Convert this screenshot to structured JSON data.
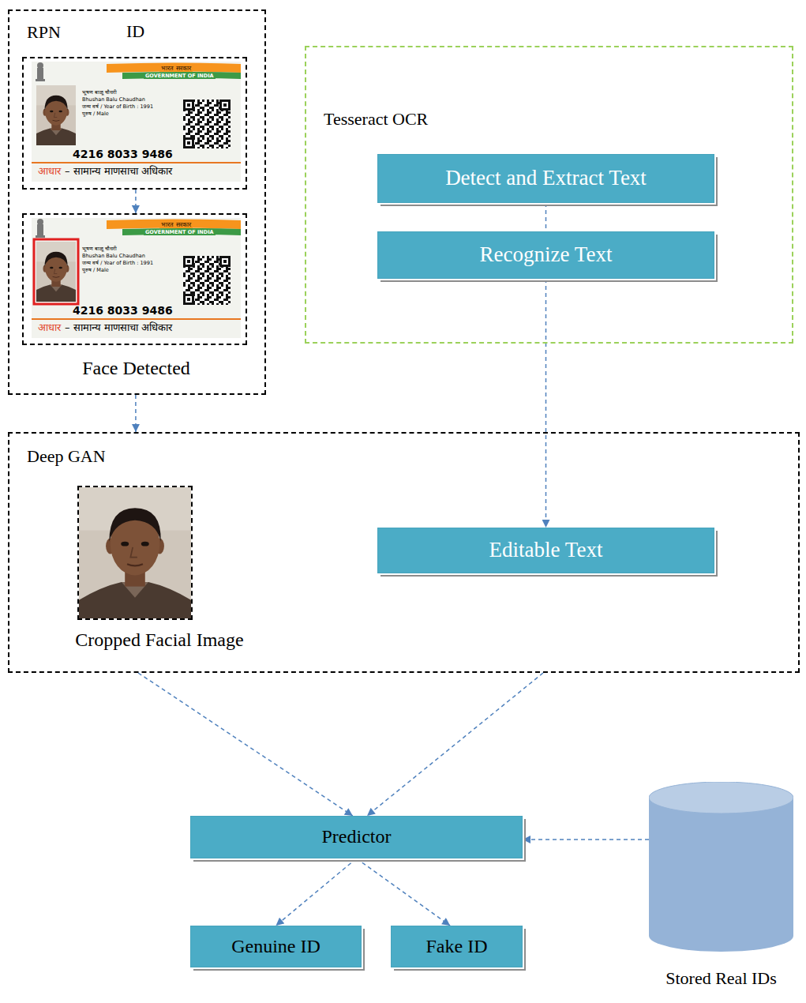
{
  "diagram": {
    "nodes": [
      {
        "text": [
          "RPN"
        ]
      },
      {
        "text": [
          "ID",
          "भारत सरकार",
          "GOVERNMENT OF INDIA",
          "भूषण बाळू चौधरी",
          "Bhushan Balu Chaudhan",
          "जन्म वर्ष / Year of Birth : 1991",
          "पुरुष / Male",
          "4216 8033 9486",
          "आधार",
          "– सामान्य माणसाचा अधिकार"
        ],
        "in": 0
      },
      {
        "text": [
          "भारत सरकार",
          "GOVERNMENT OF INDIA",
          "भूषण बाळू चौधरी",
          "Bhushan Balu Chaudhan",
          "जन्म वर्ष / Year of Birth : 1991",
          "पुरुष / Male",
          "4216 8033 9486",
          "आधार",
          "– सामान्य माणसाचा अधिकार",
          "Face Detected"
        ],
        "in": 0
      },
      {
        "text": [
          "Tesseract OCR"
        ]
      },
      {
        "text": [
          "Detect and Extract Text"
        ],
        "in": 3
      },
      {
        "text": [
          "Recognize Text"
        ],
        "in": 3
      },
      {
        "text": [
          "Deep GAN"
        ]
      },
      {
        "text": [
          "Cropped Facial Image"
        ],
        "in": 6
      },
      {
        "text": [
          "Editable Text"
        ],
        "in": 6
      },
      {
        "text": [
          "Predictor"
        ]
      },
      {
        "text": [
          "Genuine ID"
        ]
      },
      {
        "text": [
          "Fake ID"
        ]
      },
      {
        "text": [
          "Stored Real IDs"
        ]
      }
    ],
    "edges": [
      {
        "from": 1,
        "to": 2,
        "arrow": "to"
      },
      {
        "from": 0,
        "to": 6,
        "arrow": "to"
      },
      {
        "from": 4,
        "to": 5,
        "arrow": "none"
      },
      {
        "from": 5,
        "to": 8,
        "arrow": "to"
      },
      {
        "from": 6,
        "to": 9,
        "arrow": "to"
      },
      {
        "from": 6,
        "to": 9,
        "arrow": "to"
      },
      {
        "from": 12,
        "to": 9,
        "arrow": "to"
      },
      {
        "from": 9,
        "to": 10,
        "arrow": "to"
      },
      {
        "from": 9,
        "to": 11,
        "arrow": "to"
      }
    ]
  }
}
